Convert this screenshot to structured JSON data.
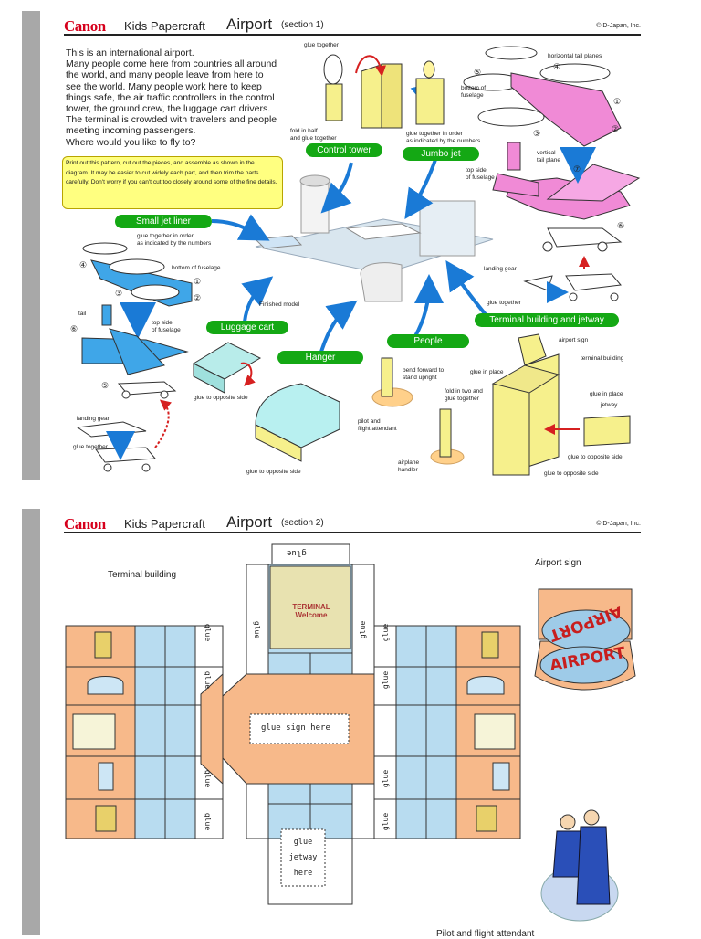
{
  "brand": {
    "logo": "Canon",
    "series": "Kids Papercraft",
    "copyright": "© D-Japan, Inc."
  },
  "section1": {
    "title": "Airport",
    "section": "(section 1)",
    "intro": [
      "This is an international airport.",
      "Many people come here from countries all around",
      "the world, and many people leave from here to",
      "see the world.  Many people work here to keep",
      "things safe, the air traffic controllers in the control",
      "tower, the ground crew, the luggage cart drivers.",
      "The terminal is crowded with travelers and people",
      "meeting incoming passengers.",
      "Where would you like to fly to?"
    ],
    "instructions": "Print out this pattern, cut out the pieces, and assemble as shown in the diagram.  It may be easier to cut widely each part, and then trim the parts carefully.  Don't worry if you can't cut too closely around some of the fine details.",
    "pills": {
      "control_tower": "Control tower",
      "jumbo_jet": "Jumbo jet",
      "small_jet": "Small jet liner",
      "luggage_cart": "Luggage cart",
      "hanger": "Hanger",
      "people": "People",
      "terminal": "Terminal building and jetway"
    },
    "labels": {
      "glue_together_top": "glue together",
      "fold_half": "fold in half\nand glue together",
      "glue_order_numbers": "glue together in order\nas indicated by the numbers",
      "horizontal_tail": "horizontal tail planes",
      "bottom_fuselage_jumbo": "bottom of\nfuselage",
      "vertical_tail": "vertical\ntail plane",
      "top_side_jumbo": "top side\nof fuselage",
      "small_glue_order": "glue together in order\nas indicated by the numbers",
      "bottom_fuselage_small": "bottom of fuselage",
      "landing_gear_jumbo": "landing gear",
      "glue_together_jumbo": "glue together",
      "finished_model": "Finished model",
      "tail": "tail",
      "top_side_small": "top side\nof fuselage",
      "glue_opposite_cart": "glue to opposite side",
      "landing_gear_small": "landing gear",
      "glue_together_small": "glue together",
      "glue_opposite_hanger": "glue to opposite side",
      "bend_forward": "bend forward to\nstand upright",
      "pilot": "pilot and\nflight attendant",
      "fold_two": "fold in two and\nglue together",
      "handler": "airplane\nhandler",
      "airport_sign": "airport sign",
      "glue_in_place_1": "glue in place",
      "terminal_building": "terminal building",
      "glue_in_place_2": "glue in place",
      "jetway": "jetway",
      "glue_opposite_1": "glue to opposite side",
      "glue_opposite_2": "glue to opposite side"
    },
    "numbers": [
      "①",
      "②",
      "③",
      "④",
      "⑤",
      "⑥",
      "⑦"
    ]
  },
  "section2": {
    "title": "Airport",
    "section": "(section 2)",
    "terminal_label": "Terminal building",
    "airport_sign_label": "Airport sign",
    "pilot_label": "Pilot and flight attendant",
    "glue": "glue",
    "glue_sign": "glue sign here",
    "glue_jetway": [
      "glue",
      "jetway",
      "here"
    ],
    "sign_text_top": "AIRPORT",
    "sign_text_bottom": "AIRPORT",
    "window_sign": [
      "TERMINAL",
      "Welcome"
    ]
  },
  "colors": {
    "brand_red": "#d6001c",
    "pill_green": "#14a814",
    "arrow_blue": "#1a7ad6",
    "jumbo_pink": "#f08ad6",
    "small_blue": "#3fa6e8",
    "terminal_yellow": "#f6f08c",
    "wall_orange": "#f7b98a",
    "glass_blue": "#b8dcf0"
  }
}
